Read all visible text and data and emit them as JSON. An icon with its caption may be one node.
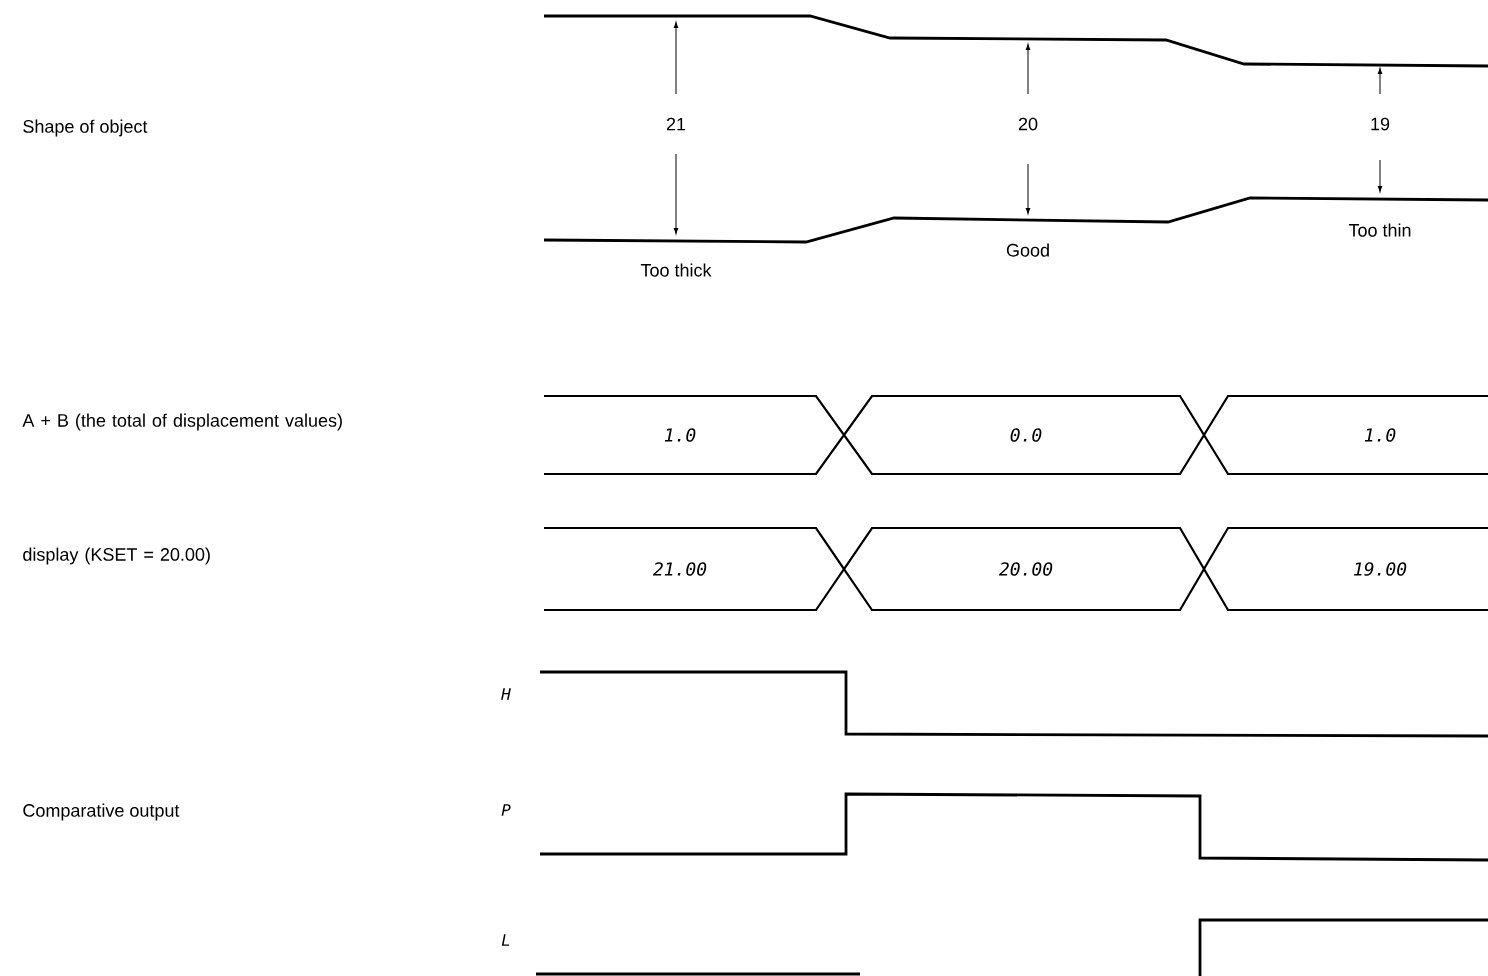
{
  "diagram": {
    "nodes": [
      {
        "text": [
          "1.0"
        ]
      },
      {
        "text": [
          "0.0"
        ]
      },
      {
        "text": [
          "1.0"
        ]
      },
      {
        "text": [
          "21.00"
        ]
      },
      {
        "text": [
          "20.00"
        ]
      },
      {
        "text": [
          "19.00"
        ]
      }
    ],
    "labels": [
      "Shape of object",
      "21",
      "20",
      "19",
      "Too thick",
      "Good",
      "Too thin",
      "A + B (the total of displacement values)",
      "display (KSET = 20.00)",
      "H",
      "Comparative output",
      "P",
      "L"
    ]
  }
}
